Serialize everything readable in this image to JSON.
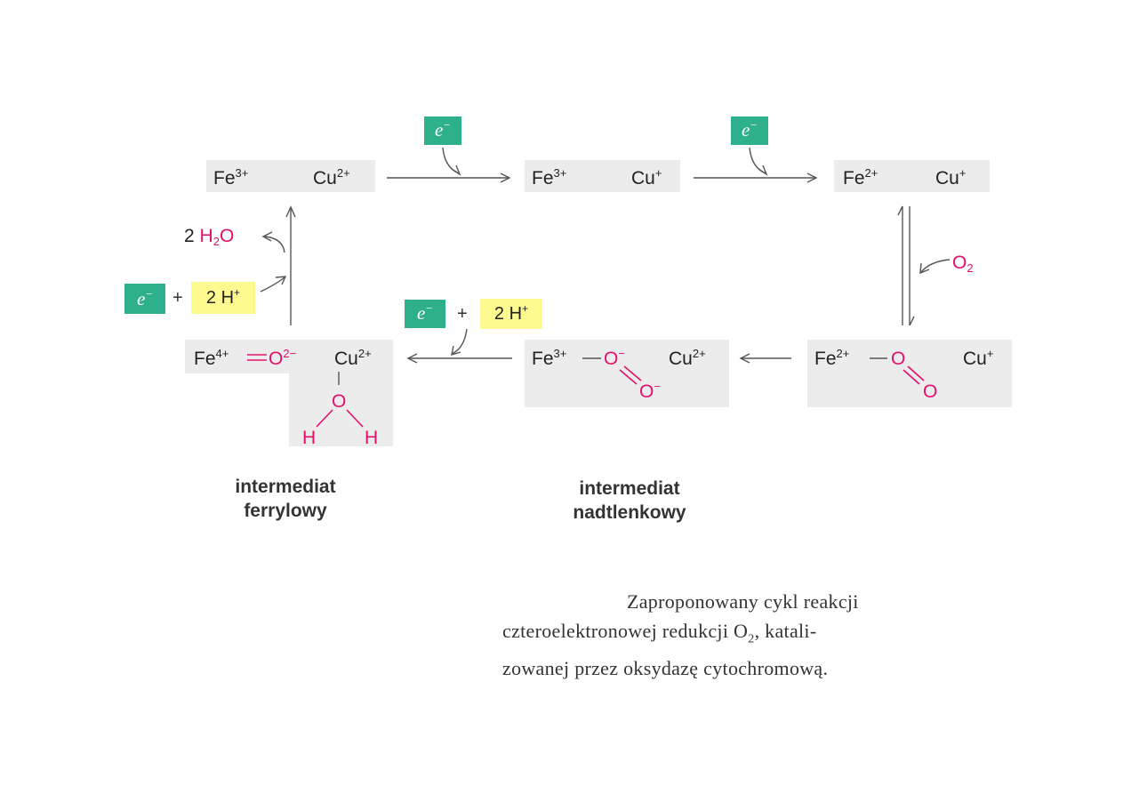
{
  "diagram": {
    "electron": "e",
    "electron_charge": "−",
    "plus": "+",
    "protons": {
      "count": "2 H",
      "charge": "+"
    },
    "oxygen_input": {
      "symbol": "O",
      "subscript": "2"
    },
    "water_output": {
      "coefficient": "2",
      "symbol": "H",
      "subscript": "2",
      "suffix": "O"
    },
    "states": {
      "s1": {
        "fe": "Fe",
        "fe_charge": "3+",
        "cu": "Cu",
        "cu_charge": "2+"
      },
      "s2": {
        "fe": "Fe",
        "fe_charge": "3+",
        "cu": "Cu",
        "cu_charge": "+"
      },
      "s3": {
        "fe": "Fe",
        "fe_charge": "2+",
        "cu": "Cu",
        "cu_charge": "+"
      },
      "s4": {
        "fe": "Fe",
        "fe_charge": "2+",
        "o_top": "O",
        "o_bottom": "O",
        "cu": "Cu",
        "cu_charge": "+"
      },
      "s5": {
        "fe": "Fe",
        "fe_charge": "3+",
        "o_top": "O",
        "o_top_charge": "−",
        "o_bottom": "O",
        "o_bottom_charge": "−",
        "cu": "Cu",
        "cu_charge": "2+"
      },
      "s6": {
        "fe": "Fe",
        "fe_charge": "4+",
        "o": "O",
        "o_charge": "2−",
        "cu": "Cu",
        "cu_charge": "2+",
        "water_o": "O",
        "h_left": "H",
        "h_right": "H"
      }
    },
    "labels": {
      "ferryl": [
        "intermediat",
        "ferrylowy"
      ],
      "peroxy": [
        "intermediat",
        "nadtlenkowy"
      ]
    }
  },
  "caption": {
    "line1": "Zaproponowany cykl reakcji",
    "line2a": "czteroelektronowej redukcji O",
    "line2sub": "2",
    "line2b": ", katali-",
    "line3": "zowanej przez oksydazę cytochromową."
  }
}
